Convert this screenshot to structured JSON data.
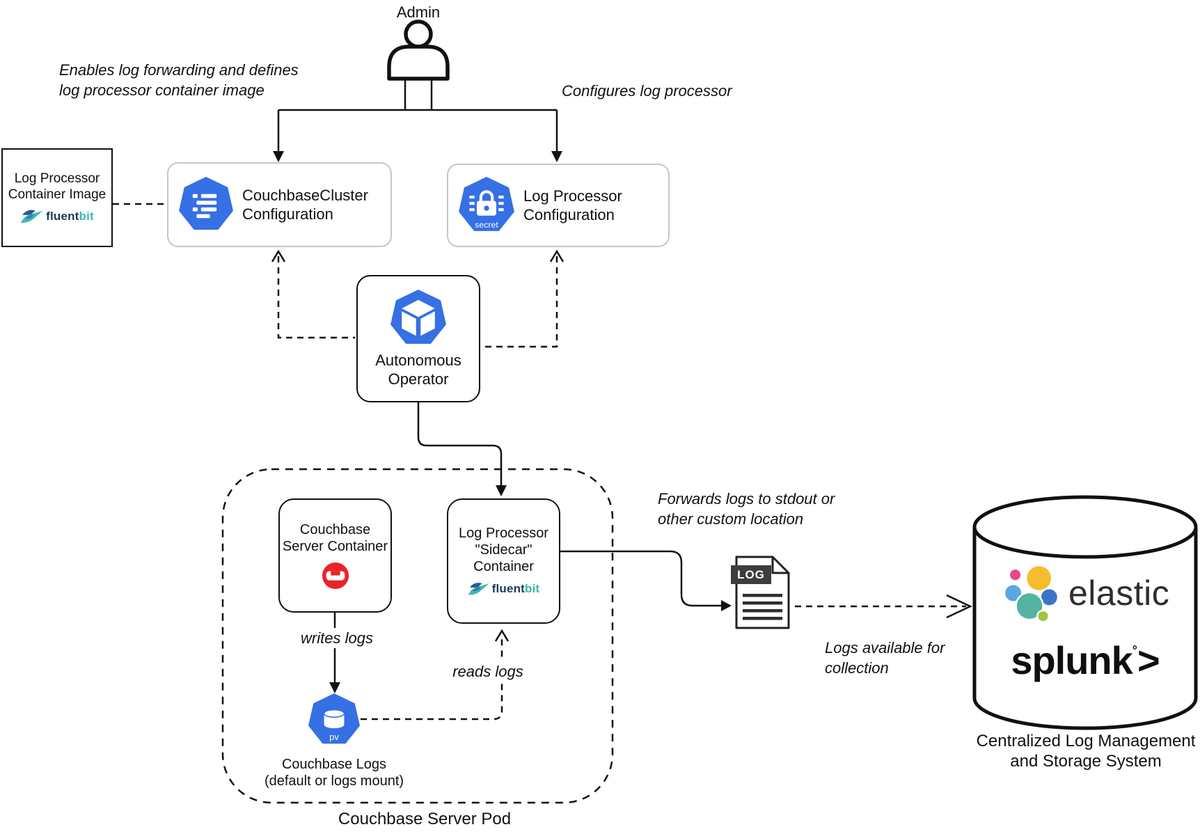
{
  "annotations": {
    "enables": "Enables log forwarding and defines\nlog processor container image",
    "configures": "Configures log processor",
    "writes_logs": "writes logs",
    "reads_logs": "reads logs",
    "forwards": "Forwards logs to stdout or\nother custom location",
    "logs_available": "Logs available for\ncollection"
  },
  "nodes": {
    "admin": {
      "label": "Admin"
    },
    "image_box": {
      "title": "Log Processor\nContainer Image"
    },
    "cluster_config": {
      "label": "CouchbaseCluster\nConfiguration"
    },
    "secret_config": {
      "label": "Log Processor\nConfiguration",
      "icon_caption": "secret"
    },
    "operator": {
      "label": "Autonomous\nOperator"
    },
    "pod": {
      "label": "Couchbase Server Pod"
    },
    "server_container": {
      "label": "Couchbase\nServer Container"
    },
    "sidecar_container": {
      "label": "Log Processor\n\"Sidecar\"\nContainer"
    },
    "pv": {
      "icon_caption": "pv",
      "label": "Couchbase Logs\n(default or logs mount)"
    },
    "log_document": {
      "badge": "LOG"
    },
    "storage": {
      "caption": "Centralized Log Management\nand Storage System"
    }
  },
  "logos": {
    "fluent": "fluent",
    "bit": "bit",
    "elastic": "elastic",
    "splunk_word": "splunk",
    "splunk_mark": "°",
    "splunk_chevron": ">"
  },
  "colors": {
    "k8s_blue": "#3570e4",
    "couchbase_red": "#ea2328",
    "fluent_dark": "#1b3a57",
    "fluent_teal": "#3fb8af"
  }
}
